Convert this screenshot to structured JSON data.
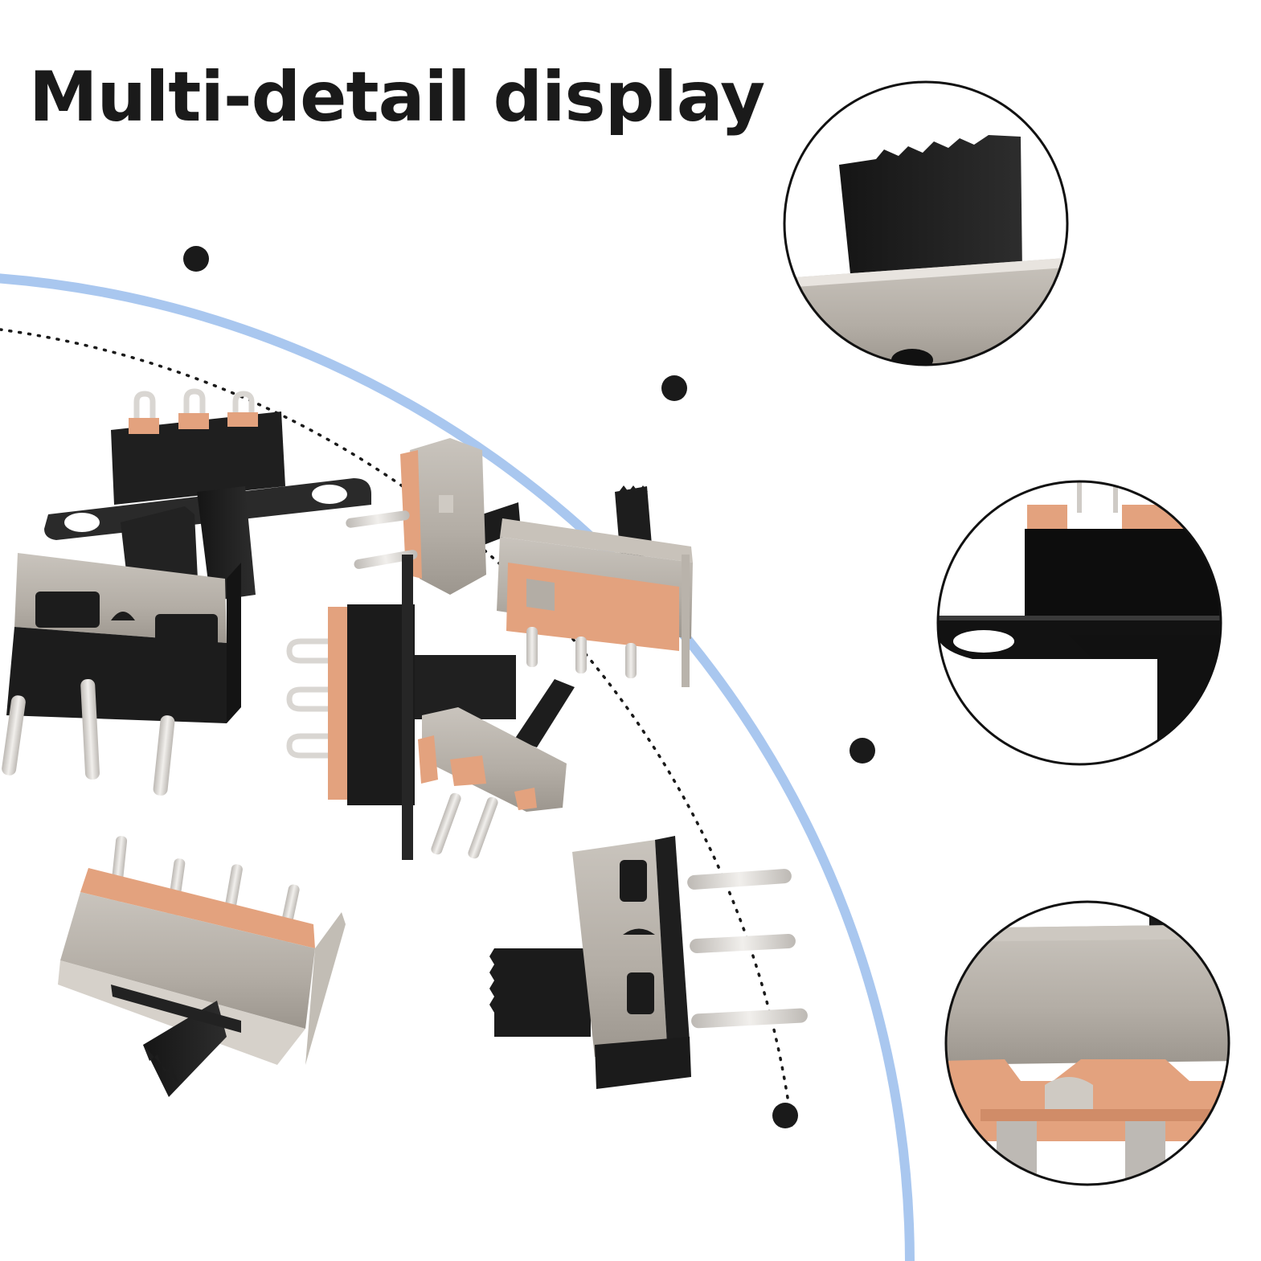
{
  "title": "Multi-detail display",
  "colors": {
    "arc": "#a9c7ef",
    "dots": "#1a1a1a",
    "switch_body": "#1e1e1e",
    "switch_cover": "#b9b3ab",
    "terminal": "#e3a27e",
    "pin": "#d9d6d2"
  },
  "scene": {
    "main_image": "assorted-mini-slide-switches",
    "detail_views": [
      "slide-switch-actuator-closeup",
      "mounting-bracket-hole-closeup",
      "metal-cover-terminal-closeup"
    ]
  }
}
